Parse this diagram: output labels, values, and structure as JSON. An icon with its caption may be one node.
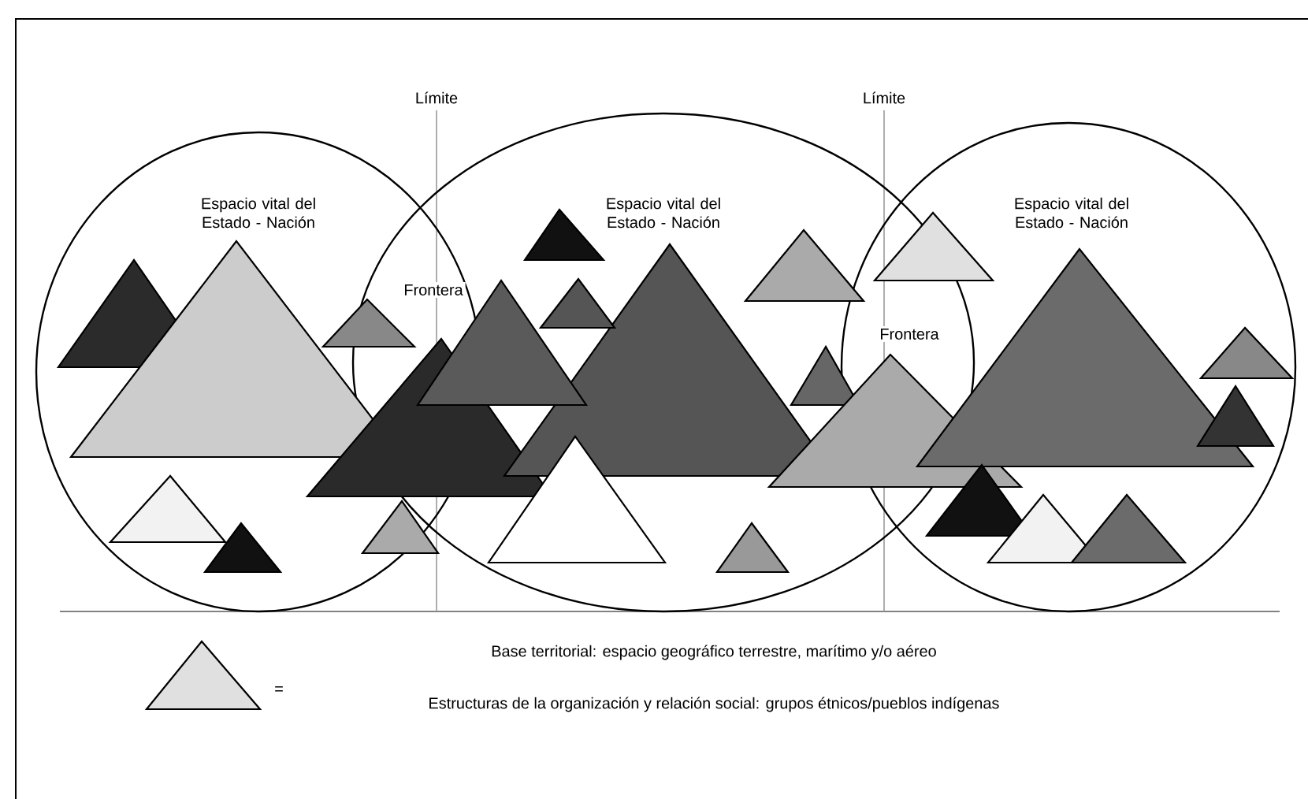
{
  "diagram": {
    "nodes": [
      {
        "text": [
          "Espacio vital del Estado - Nación"
        ]
      },
      {
        "text": [
          "Espacio vital del Estado - Nación"
        ]
      },
      {
        "text": [
          "Espacio vital del Estado - Nación"
        ]
      }
    ],
    "labels": [
      "Límite",
      "Límite",
      "Frontera",
      "Frontera",
      "="
    ],
    "legend": [
      {
        "text": "Base territorial: espacio geográfico terrestre, marítimo y/o aéreo"
      },
      {
        "text": "Estructuras de la organización y relación social: grupos étnicos/pueblos indígenas"
      }
    ]
  }
}
